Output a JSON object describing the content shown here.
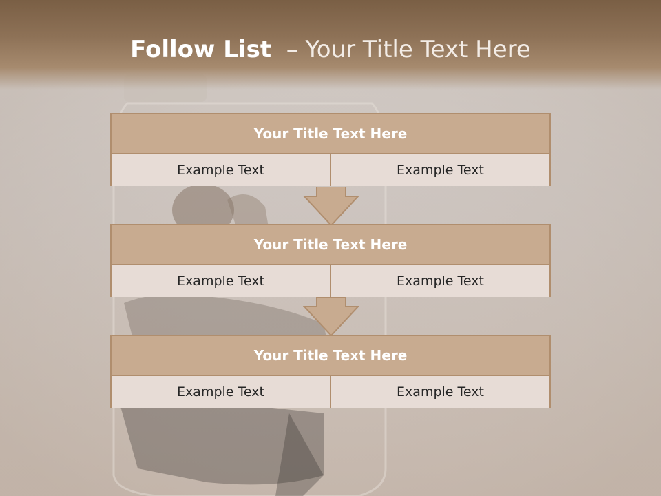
{
  "slide": {
    "title_strong": "Follow List",
    "title_rest": "– Your Title Text Here"
  },
  "blocks": [
    {
      "title": "Your Title Text Here",
      "cells": [
        "Example Text",
        "Example Text"
      ]
    },
    {
      "title": "Your Title Text Here",
      "cells": [
        "Example Text",
        "Example Text"
      ]
    },
    {
      "title": "Your Title Text Here",
      "cells": [
        "Example Text",
        "Example Text"
      ]
    }
  ],
  "colors": {
    "header": "#8d7156",
    "block_fill": "#c8ab90",
    "block_border": "#b08e6e",
    "cell_fill": "#e7dcd6"
  }
}
